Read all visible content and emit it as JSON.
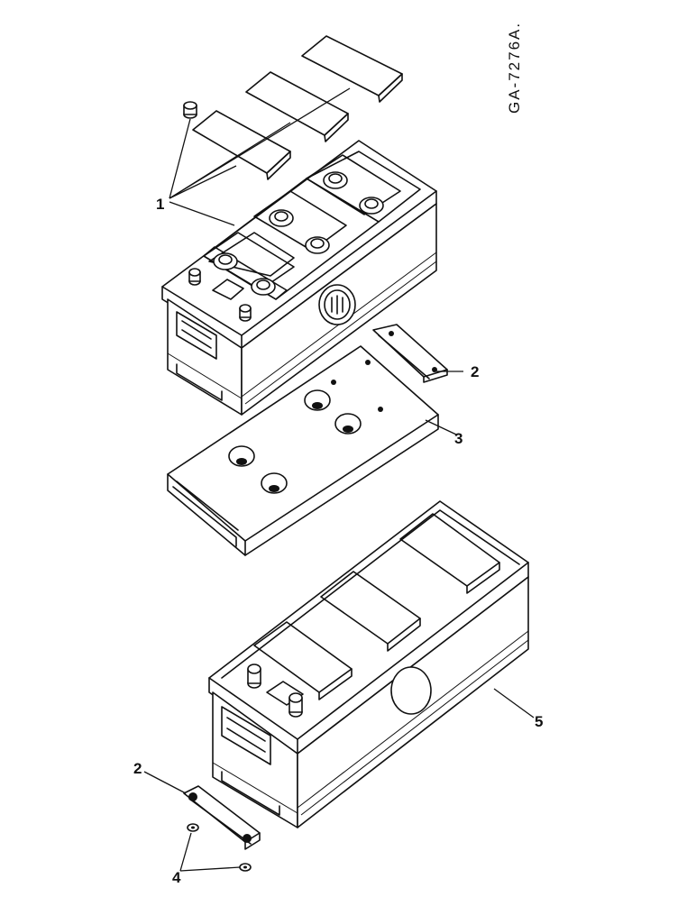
{
  "drawing_code": "GA-7276A.",
  "callouts": {
    "c1": "1",
    "c2_top": "2",
    "c3": "3",
    "c5": "5",
    "c2_bottom": "2",
    "c4": "4"
  }
}
